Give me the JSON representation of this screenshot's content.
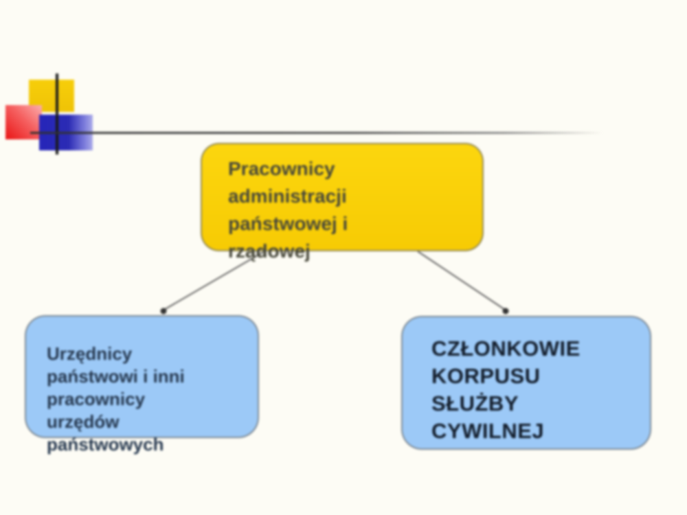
{
  "slide": {
    "background_color": "#FDFCF5"
  },
  "decoration": {
    "yellow_square_color": "#F2C808",
    "red_square_gradient": [
      "#FBAFAF",
      "#E91414"
    ],
    "blue_square_gradient": [
      "#2525B9",
      "#ACACE9"
    ],
    "vertical_line_color": "#1B1B1B",
    "horizontal_line_color": "#3C3C3C"
  },
  "diagram": {
    "type": "flowchart",
    "nodes": [
      {
        "id": "root",
        "shape": "rounded-rectangle",
        "fill": "#FBD306",
        "text_color": "#47473A",
        "bold": false,
        "text": "Pracownicy\nadministracji\npaństwowej i\nrządowej"
      },
      {
        "id": "left-child",
        "shape": "rounded-rectangle",
        "fill": "#9CC9F7",
        "text_color": "#26384F",
        "bold": false,
        "text": "Urzędnicy\npaństwowi i inni\npracownicy\nurzędów\npaństwowych"
      },
      {
        "id": "right-child",
        "shape": "rounded-rectangle",
        "fill": "#9CC9F7",
        "text_color": "#131D2B",
        "bold": true,
        "text": "CZŁONKOWIE\nKORPUSU\nSŁUŻBY\nCYWILNEJ"
      }
    ],
    "edges": [
      {
        "from": "root",
        "to": "left-child",
        "style": "thin line with dot arrowhead",
        "color": "#5F5F5F"
      },
      {
        "from": "root",
        "to": "right-child",
        "style": "thin line with dot arrowhead",
        "color": "#5F5F5F"
      }
    ]
  }
}
